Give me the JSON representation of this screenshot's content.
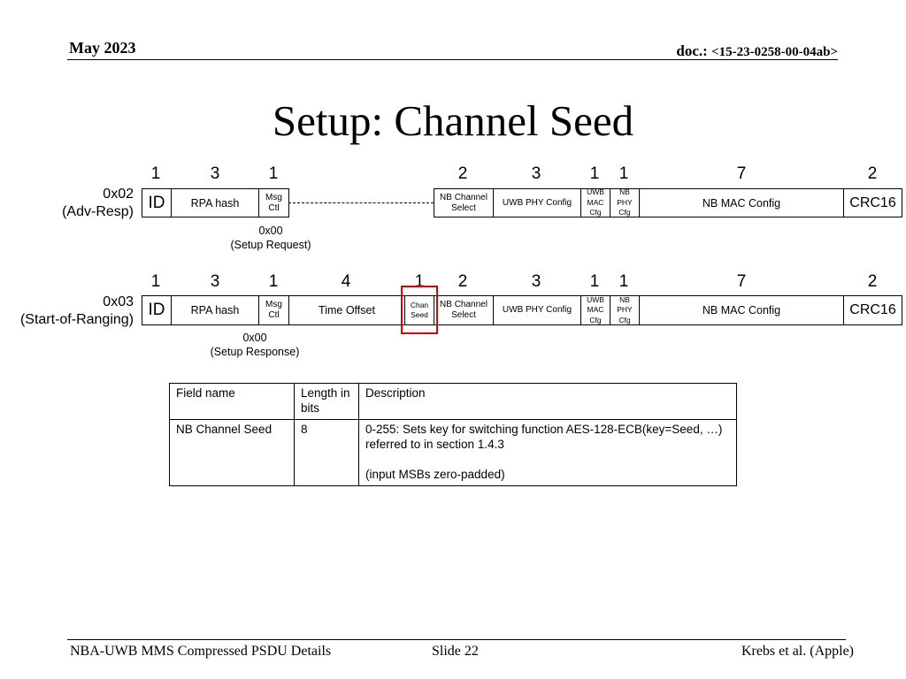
{
  "header": {
    "date": "May 2023",
    "doc_prefix": "doc.: ",
    "doc_number": "<15-23-0258-00-04ab>"
  },
  "title": "Setup: Channel Seed",
  "row1": {
    "label_line1": "0x02",
    "label_line2": "(Adv-Resp)",
    "lengths": [
      "1",
      "3",
      "1",
      "2",
      "3",
      "1",
      "1",
      "7",
      "2"
    ],
    "fields": {
      "id": "ID",
      "rpa_hash": "RPA hash",
      "msg_ctl": [
        "Msg",
        "Ctl"
      ],
      "nb_channel_select": [
        "NB Channel",
        "Select"
      ],
      "uwb_phy_config": "UWB PHY Config",
      "uwb_mac_cfg": [
        "UWB",
        "MAC",
        "Cfg"
      ],
      "nb_phy_cfg": [
        "NB",
        "PHY",
        "Cfg"
      ],
      "nb_mac_config": "NB MAC Config",
      "crc16": "CRC16"
    },
    "note_line1": "0x00",
    "note_line2": "(Setup Request)"
  },
  "row2": {
    "label_line1": "0x03",
    "label_line2": "(Start-of-Ranging)",
    "lengths": [
      "1",
      "3",
      "1",
      "4",
      "1",
      "2",
      "3",
      "1",
      "1",
      "7",
      "2"
    ],
    "fields": {
      "id": "ID",
      "rpa_hash": "RPA hash",
      "msg_ctl": [
        "Msg",
        "Ctl"
      ],
      "time_offset": "Time Offset",
      "chan_seed": [
        "Chan",
        "Seed"
      ],
      "nb_channel_select": [
        "NB Channel",
        "Select"
      ],
      "uwb_phy_config": "UWB PHY Config",
      "uwb_mac_cfg": [
        "UWB",
        "MAC",
        "Cfg"
      ],
      "nb_phy_cfg": [
        "NB",
        "PHY",
        "Cfg"
      ],
      "nb_mac_config": "NB MAC Config",
      "crc16": "CRC16"
    },
    "note_line1": "0x00",
    "note_line2": "(Setup Response)"
  },
  "highlight_color": "#e00000",
  "table": {
    "headers": [
      "Field name",
      "Length in bits",
      "Description"
    ],
    "rows": [
      {
        "field": "NB Channel Seed",
        "length": "8",
        "description_line1": "0-255: Sets key for switching function AES-128-ECB(key=Seed, …) referred to in section 1.4.3",
        "description_line2": "(input MSBs zero-padded)"
      }
    ]
  },
  "footer": {
    "left": "NBA-UWB MMS Compressed PSDU Details",
    "center": "Slide 22",
    "right": "Krebs et al. (Apple)"
  }
}
